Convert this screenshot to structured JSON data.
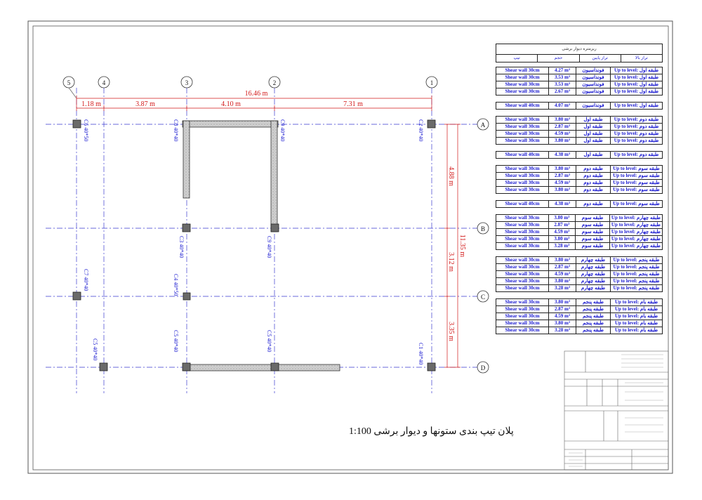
{
  "drawing": {
    "total_dim": "16.46 m",
    "dims_x": [
      "1.18 m",
      "3.87 m",
      "4.10 m",
      "7.31 m"
    ],
    "dims_y": [
      "4.88 m",
      "3.12 m",
      "3.35 m"
    ],
    "total_dim_y": "11.35 m",
    "grid_cols": [
      "5",
      "4",
      "3",
      "2",
      "1"
    ],
    "grid_rows": [
      "A",
      "B",
      "C",
      "D"
    ],
    "columns": [
      {
        "id": "c6",
        "label": "C6 40*50"
      },
      {
        "id": "c8",
        "label": "C8 40*40"
      },
      {
        "id": "c9a",
        "label": "C9 40*40"
      },
      {
        "id": "c2",
        "label": "C2 40*40"
      },
      {
        "id": "c3",
        "label": "C3 40*40"
      },
      {
        "id": "c9b",
        "label": "C9 40*40"
      },
      {
        "id": "c7",
        "label": "C7 40*40"
      },
      {
        "id": "c4",
        "label": "C4 40*50"
      },
      {
        "id": "c5a",
        "label": "C5 40*40"
      },
      {
        "id": "c5b",
        "label": "C5 40*40"
      },
      {
        "id": "c5c",
        "label": "C5 40*40"
      },
      {
        "id": "c1",
        "label": "C1 40*40"
      }
    ],
    "caption": "پلان تیپ بندی ستونها و دیوار برشی 1:100",
    "colors": {
      "dim": "#d21a1a",
      "grid": "#3a3ad0",
      "label": "#1a1ad0"
    }
  },
  "schedule": {
    "title": "ریزمتره دیوار برشی",
    "headers": [
      "تیپ",
      "حجم",
      "تراز پایین",
      "تراز بالا"
    ],
    "groups": [
      {
        "rows": [
          [
            "Shear wall 30cm",
            "4.27 m³",
            "فونداسیون",
            "Up to level: طبقه اول"
          ],
          [
            "Shear wall 30cm",
            "3.53 m³",
            "فونداسیون",
            "Up to level: طبقه اول"
          ],
          [
            "Shear wall 30cm",
            "3.53 m³",
            "فونداسیون",
            "Up to level: طبقه اول"
          ],
          [
            "Shear wall 30cm",
            "2.67 m³",
            "فونداسیون",
            "Up to level: طبقه اول"
          ]
        ]
      },
      {
        "rows": [
          [
            "Shear wall 40cm",
            "4.07 m³",
            "فونداسیون",
            "Up to level: طبقه اول"
          ]
        ]
      },
      {
        "rows": [
          [
            "Shear wall 30cm",
            "3.80 m³",
            "طبقه اول",
            "Up to level: طبقه دوم"
          ],
          [
            "Shear wall 30cm",
            "2.87 m³",
            "طبقه اول",
            "Up to level: طبقه دوم"
          ],
          [
            "Shear wall 30cm",
            "4.59 m³",
            "طبقه اول",
            "Up to level: طبقه دوم"
          ],
          [
            "Shear wall 30cm",
            "3.80 m³",
            "طبقه اول",
            "Up to level: طبقه دوم"
          ]
        ]
      },
      {
        "rows": [
          [
            "Shear wall 40cm",
            "4.38 m³",
            "طبقه اول",
            "Up to level: طبقه دوم"
          ]
        ]
      },
      {
        "rows": [
          [
            "Shear wall 30cm",
            "3.80 m³",
            "طبقه دوم",
            "Up to level: طبقه سوم"
          ],
          [
            "Shear wall 30cm",
            "2.87 m³",
            "طبقه دوم",
            "Up to level: طبقه سوم"
          ],
          [
            "Shear wall 30cm",
            "4.59 m³",
            "طبقه دوم",
            "Up to level: طبقه سوم"
          ],
          [
            "Shear wall 30cm",
            "3.80 m³",
            "طبقه دوم",
            "Up to level: طبقه سوم"
          ]
        ]
      },
      {
        "rows": [
          [
            "Shear wall 40cm",
            "4.38 m³",
            "طبقه دوم",
            "Up to level: طبقه سوم"
          ]
        ]
      },
      {
        "rows": [
          [
            "Shear wall 30cm",
            "3.80 m³",
            "طبقه سوم",
            "Up to level: طبقه چهارم"
          ],
          [
            "Shear wall 30cm",
            "2.87 m³",
            "طبقه سوم",
            "Up to level: طبقه چهارم"
          ],
          [
            "Shear wall 30cm",
            "4.59 m³",
            "طبقه سوم",
            "Up to level: طبقه چهارم"
          ],
          [
            "Shear wall 30cm",
            "3.80 m³",
            "طبقه سوم",
            "Up to level: طبقه چهارم"
          ],
          [
            "Shear wall 30cm",
            "3.28 m³",
            "طبقه سوم",
            "Up to level: طبقه چهارم"
          ]
        ]
      },
      {
        "rows": [
          [
            "Shear wall 30cm",
            "3.80 m³",
            "طبقه چهارم",
            "Up to level: طبقه پنجم"
          ],
          [
            "Shear wall 30cm",
            "2.87 m³",
            "طبقه چهارم",
            "Up to level: طبقه پنجم"
          ],
          [
            "Shear wall 30cm",
            "4.59 m³",
            "طبقه چهارم",
            "Up to level: طبقه پنجم"
          ],
          [
            "Shear wall 30cm",
            "3.80 m³",
            "طبقه چهارم",
            "Up to level: طبقه پنجم"
          ],
          [
            "Shear wall 30cm",
            "3.28 m³",
            "طبقه چهارم",
            "Up to level: طبقه پنجم"
          ]
        ]
      },
      {
        "rows": [
          [
            "Shear wall 30cm",
            "3.80 m³",
            "طبقه پنجم",
            "Up to level: طبقه بام"
          ],
          [
            "Shear wall 30cm",
            "2.87 m³",
            "طبقه پنجم",
            "Up to level: طبقه بام"
          ],
          [
            "Shear wall 30cm",
            "4.59 m³",
            "طبقه پنجم",
            "Up to level: طبقه بام"
          ],
          [
            "Shear wall 30cm",
            "3.80 m³",
            "طبقه پنجم",
            "Up to level: طبقه بام"
          ],
          [
            "Shear wall 30cm",
            "3.28 m³",
            "طبقه پنجم",
            "Up to level: طبقه بام"
          ]
        ]
      }
    ]
  }
}
